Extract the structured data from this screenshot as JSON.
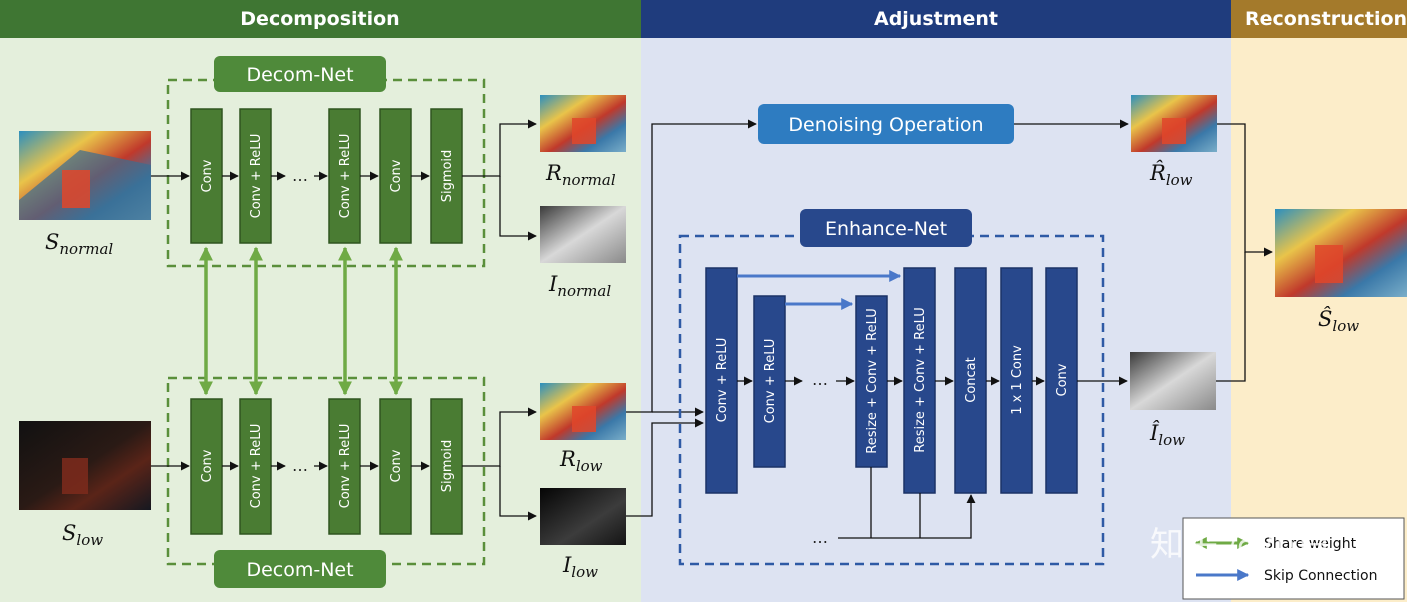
{
  "sections": {
    "decomposition": "Decomposition",
    "adjustment": "Adjustment",
    "reconstruction": "Reconstruction"
  },
  "decom_net_top": {
    "title": "Decom-Net",
    "blocks": [
      "Conv",
      "Conv + ReLU",
      "…",
      "Conv + ReLU",
      "Conv",
      "Sigmoid"
    ]
  },
  "decom_net_bottom": {
    "title": "Decom-Net",
    "blocks": [
      "Conv",
      "Conv + ReLU",
      "…",
      "Conv + ReLU",
      "Conv",
      "Sigmoid"
    ]
  },
  "denoising": "Denoising Operation",
  "enhance_net": {
    "title": "Enhance-Net",
    "blocks": [
      "Conv + ReLU",
      "Conv + ReLU",
      "…",
      "Resize + Conv + ReLU",
      "Resize + Conv + ReLU",
      "Concat",
      "1 x 1 Conv",
      "Conv"
    ],
    "bottom_dots": "…"
  },
  "labels": {
    "s_normal": {
      "base": "S",
      "sub": "normal"
    },
    "s_low": {
      "base": "S",
      "sub": "low"
    },
    "r_normal": {
      "base": "R",
      "sub": "normal"
    },
    "i_normal": {
      "base": "I",
      "sub": "normal"
    },
    "r_low": {
      "base": "R",
      "sub": "low"
    },
    "i_low": {
      "base": "I",
      "sub": "low"
    },
    "r_hat_low": {
      "base": "R̂",
      "sub": "low"
    },
    "i_hat_low": {
      "base": "Î",
      "sub": "low"
    },
    "s_hat_low": {
      "base": "Ŝ",
      "sub": "low"
    }
  },
  "legend": {
    "share_weight": "Share weight",
    "skip_connection": "Skip Connection"
  },
  "watermark": "知乎 @小白",
  "colors": {
    "decomposition_header": "#3f7633",
    "adjustment_header": "#1f3c7d",
    "reconstruction_header": "#a47a2b",
    "decomposition_bg": "#e4efdc",
    "adjustment_bg": "#dde3f2",
    "reconstruction_bg": "#fcedc9",
    "green_block": "#4a7c33",
    "blue_block": "#28488c",
    "denoise_box": "#2e7cc1",
    "share_arrow": "#6faa45",
    "skip_arrow": "#4a78c9"
  }
}
